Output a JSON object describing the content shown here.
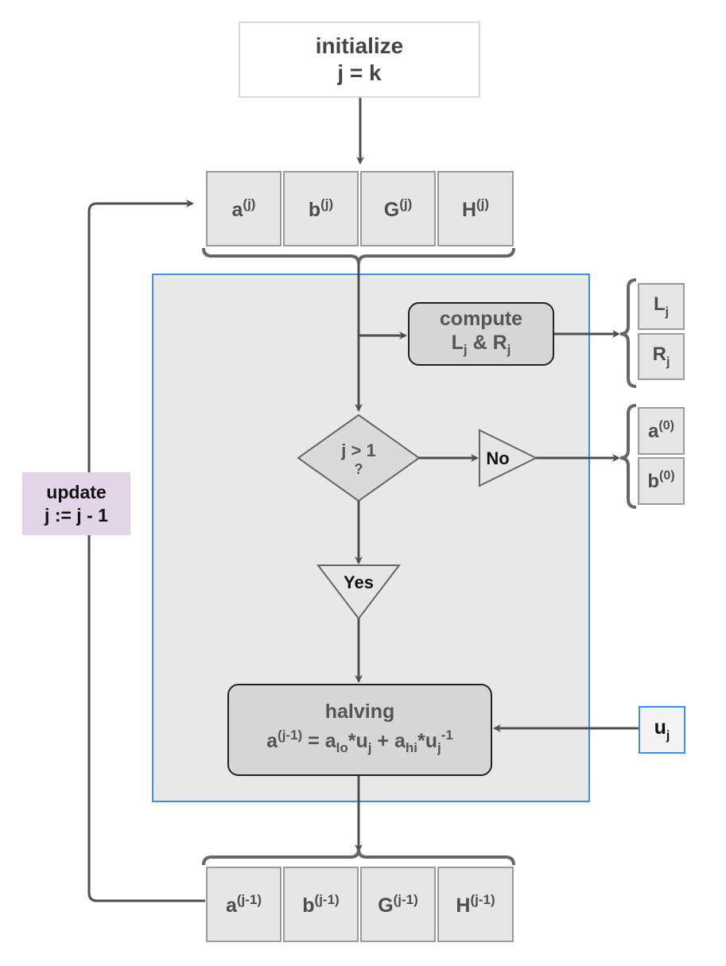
{
  "diagram": {
    "initialize": {
      "line1": "initialize",
      "line2": "j = k"
    },
    "top_state": [
      {
        "base": "a",
        "sup": "(j)"
      },
      {
        "base": "b",
        "sup": "(j)"
      },
      {
        "base": "G",
        "sup": "(j)"
      },
      {
        "base": "H",
        "sup": "(j)"
      }
    ],
    "compute": {
      "line1": "compute",
      "L": "L",
      "L_sub": "j",
      "amp": " & ",
      "R": "R",
      "R_sub": "j"
    },
    "compute_outputs": [
      {
        "base": "L",
        "sub": "j"
      },
      {
        "base": "R",
        "sub": "j"
      }
    ],
    "decision": {
      "line1": "j > 1",
      "line2": "?"
    },
    "no_label": "No",
    "yes_label": "Yes",
    "final_outputs": [
      {
        "base": "a",
        "sup": "(0)"
      },
      {
        "base": "b",
        "sup": "(0)"
      }
    ],
    "halving": {
      "line1": "halving",
      "a": "a",
      "a_sup": "(j-1)",
      "eq": " = a",
      "lo": "lo",
      "mid1": "*u",
      "j1": "j",
      "plus": " + a",
      "hi": "hi",
      "mid2": "*u",
      "j2": "j",
      "exp": "-1"
    },
    "input_u": {
      "base": "u",
      "sub": "j"
    },
    "update": {
      "line1": "update",
      "line2": "j := j - 1"
    },
    "bottom_state": [
      {
        "base": "a",
        "sup": "(j-1)"
      },
      {
        "base": "b",
        "sup": "(j-1)"
      },
      {
        "base": "G",
        "sup": "(j-1)"
      },
      {
        "base": "H",
        "sup": "(j-1)"
      }
    ],
    "colors": {
      "panel_border": "#3d8ef0",
      "panel_fill": "#e8e8e8",
      "update_fill": "#e1d5e7",
      "connector": "#4d4d4d"
    }
  }
}
